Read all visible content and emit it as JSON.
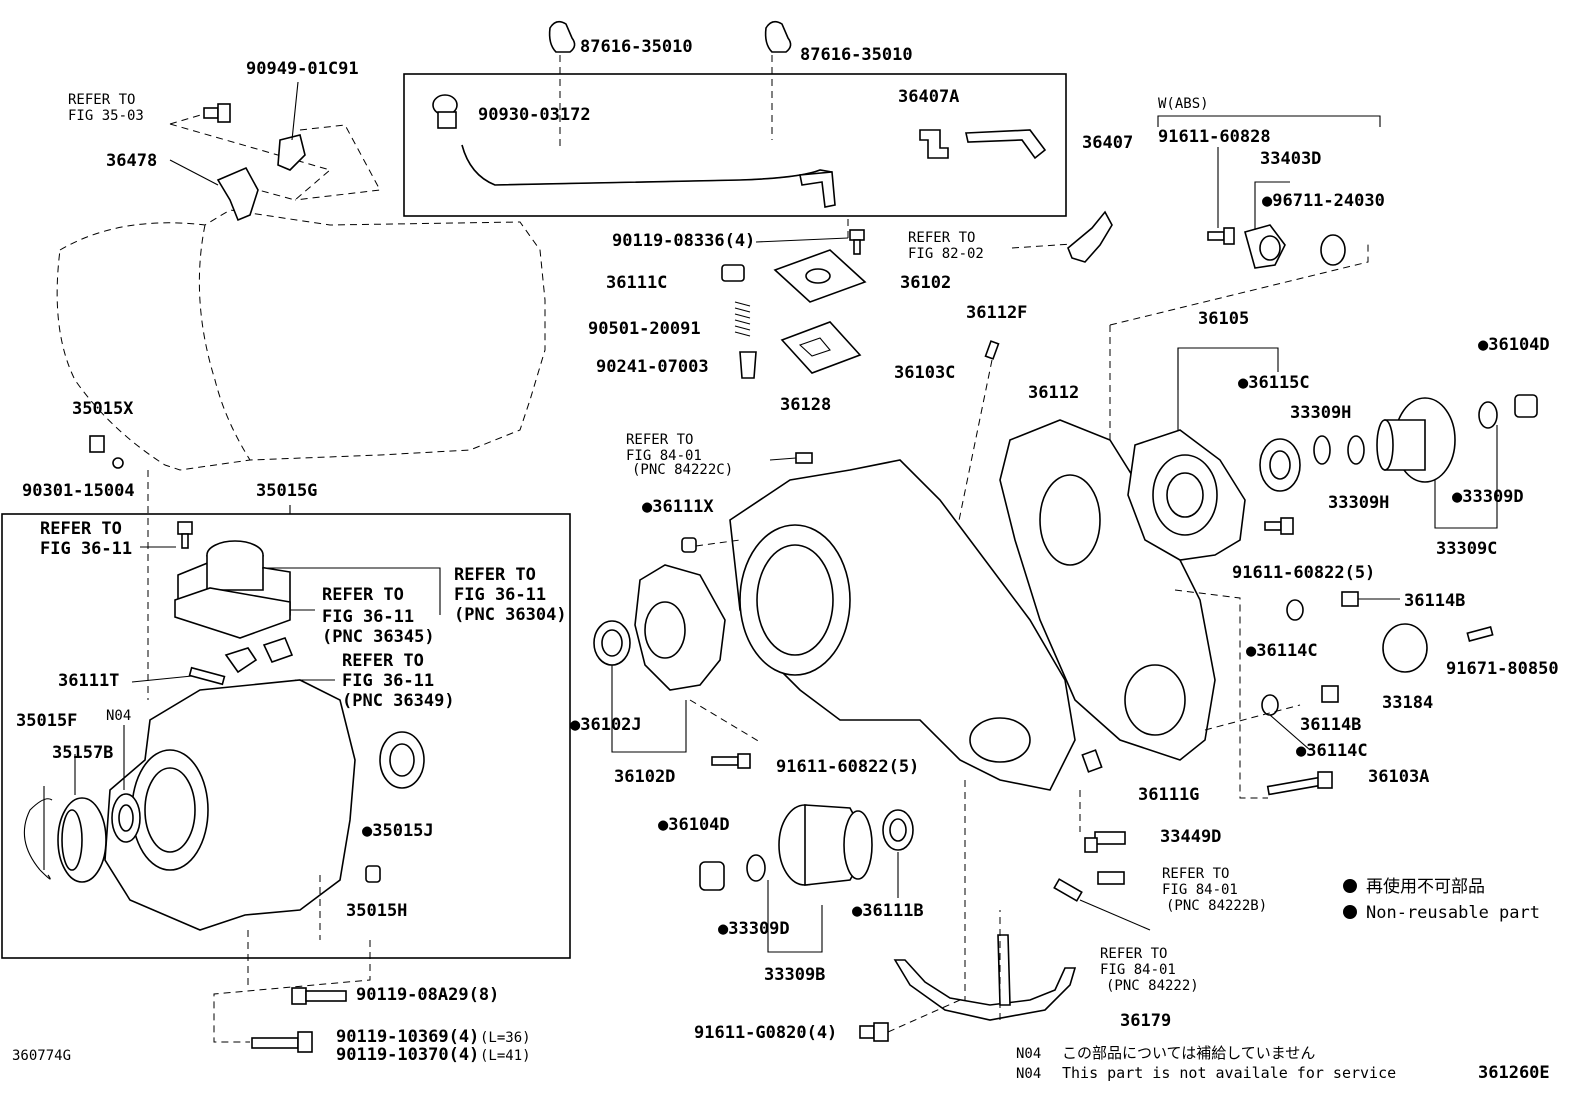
{
  "labels": {
    "p87616_a": "87616-35010",
    "p87616_b": "87616-35010",
    "p90949": "90949-01C91",
    "p90930": "90930-03172",
    "p36407a": "36407A",
    "p36407": "36407",
    "p36478": "36478",
    "p90119_08336": "90119-08336(4)",
    "p36111c": "36111C",
    "p36102": "36102",
    "p90501": "90501-20091",
    "p90241": "90241-07003",
    "p36128": "36128",
    "p36112f": "36112F",
    "p36103c": "36103C",
    "p36112": "36112",
    "p36105": "36105",
    "p36104d_r": "●36104D",
    "p36115c": "●36115C",
    "p33309h_a": "33309H",
    "p33309h_b": "33309H",
    "p33309d_r": "●33309D",
    "p33309c": "33309C",
    "p91611_60828": "91611-60828",
    "p33403d": "33403D",
    "p96711": "●96711-24030",
    "p91611_60822_a": "91611-60822(5)",
    "p36114b_a": "36114B",
    "p91671": "91671-80850",
    "p36114c_a": "●36114C",
    "p33184": "33184",
    "p36114b_b": "36114B",
    "p36114c_b": "●36114C",
    "p36103a": "36103A",
    "p36111g": "36111G",
    "p33449d": "33449D",
    "p36111x": "●36111X",
    "p36102j": "●36102J",
    "p36102d": "36102D",
    "p91611_60822_b": "91611-60822(5)",
    "p36104d_l": "●36104D",
    "p36111b": "●36111B",
    "p33309d_l": "●33309D",
    "p33309b": "33309B",
    "p36179": "36179",
    "p91611_g0820": "91611-G0820(4)",
    "p35015x": "35015X",
    "p90301": "90301-15004",
    "p35015g": "35015G",
    "p36111t": "36111T",
    "p35015f": "35015F",
    "pn04": "N04",
    "p35157b": "35157B",
    "p35015j": "●35015J",
    "p35015h": "35015H",
    "p90119_08a29": "90119-08A29(8)",
    "p90119_10369": "90119-10369(4)",
    "p90119_10370": "90119-10370(4)",
    "len36": "(L=36)",
    "len41": "(L=41)",
    "wabs": "W(ABS)"
  },
  "refs": {
    "r35_03_a": "REFER TO",
    "r35_03_b": "FIG 35-03",
    "r82_02_a": "REFER TO",
    "r82_02_b": "FIG 82-02",
    "r84_01c_a": "REFER TO",
    "r84_01c_b": "FIG 84-01",
    "r84_01c_c": "(PNC 84222C)",
    "r84_01b_a": "REFER TO",
    "r84_01b_b": "FIG 84-01",
    "r84_01b_c": "(PNC 84222B)",
    "r84_01_a": "REFER TO",
    "r84_01_b": "FIG 84-01",
    "r84_01_c": "(PNC 84222)",
    "r36_11_a": "REFER TO",
    "r36_11_b": "FIG 36-11",
    "r36345_a": "REFER TO",
    "r36345_b": "FIG 36-11",
    "r36345_c": "(PNC 36345)",
    "r36304_a": "REFER TO",
    "r36304_b": "FIG 36-11",
    "r36304_c": "(PNC 36304)",
    "r36349_a": "REFER TO",
    "r36349_b": "FIG 36-11",
    "r36349_c": "(PNC 36349)"
  },
  "legend": {
    "jp": "再使用不可部品",
    "en": "Non-reusable part",
    "n04_code": "N04",
    "n04_jp": "この部品については補給していません",
    "n04_code2": "N04",
    "n04_en": "This part is not availale for service"
  },
  "codes": {
    "left": "360774G",
    "right": "361260E"
  }
}
